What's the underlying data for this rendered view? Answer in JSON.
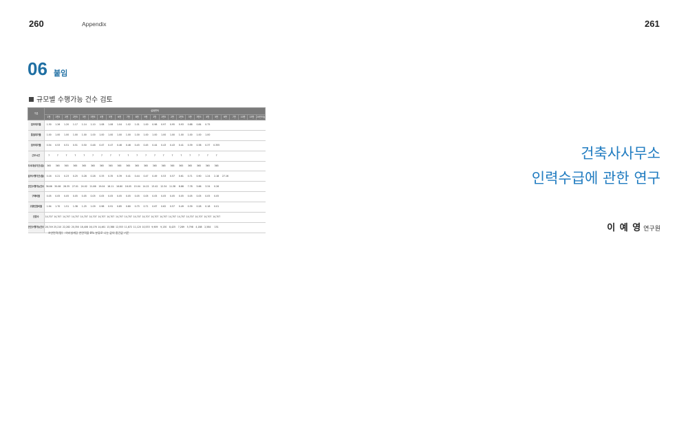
{
  "header": {
    "left_page_number": "260",
    "running_head": "Appendix",
    "right_page_number": "261"
  },
  "section": {
    "number": "06",
    "title": "붙임"
  },
  "table": {
    "caption": "규모별 수행가능 건수 검토",
    "corner_header": "구분",
    "group_header": "설계면적",
    "columns": [
      "1천",
      "1천5",
      "2천",
      "2천5",
      "3천",
      "3천5",
      "4천",
      "5천",
      "6천",
      "7천",
      "8천",
      "9천",
      "1만",
      "1만5",
      "2만",
      "2만5",
      "3만",
      "3만5",
      "4만",
      "5만",
      "6만",
      "7만",
      "10만",
      "15만",
      "20만이상"
    ],
    "rows": [
      {
        "label": "업무대가율",
        "values": [
          "1.30",
          "1.26",
          "1.20",
          "1.17",
          "1.14",
          "1.10",
          "1.08",
          "1.06",
          "1.04",
          "1.02",
          "1.01",
          "1.00",
          "0.98",
          "0.97",
          "0.95",
          "0.93",
          "0.88",
          "0.84",
          "0.75",
          "",
          "",
          "",
          "",
          "",
          ""
        ]
      },
      {
        "label": "품질대가율",
        "values": [
          "1.00",
          "1.00",
          "1.00",
          "1.00",
          "1.00",
          "1.00",
          "1.00",
          "1.00",
          "1.00",
          "1.00",
          "1.00",
          "1.00",
          "1.00",
          "1.00",
          "1.00",
          "1.00",
          "1.00",
          "1.00",
          "1.00",
          "",
          "",
          "",
          "",
          "",
          ""
        ]
      },
      {
        "label": "업무대가율",
        "values": [
          "0.54",
          "0.53",
          "0.51",
          "0.51",
          "0.50",
          "0.48",
          "0.47",
          "0.47",
          "0.46",
          "0.46",
          "0.45",
          "0.45",
          "0.44",
          "0.43",
          "0.43",
          "0.41",
          "0.39",
          "0.38",
          "0.37",
          "0.355",
          "",
          "",
          "",
          "",
          ""
        ]
      },
      {
        "label": "근무시간",
        "values": [
          "7",
          "7",
          "7",
          "7",
          "7",
          "7",
          "7",
          "7",
          "7",
          "7",
          "7",
          "7",
          "7",
          "7",
          "7",
          "7",
          "7",
          "7",
          "7",
          "7",
          "",
          "",
          "",
          "",
          ""
        ]
      },
      {
        "label": "조사대상기간(일)",
        "values": [
          "365",
          "365",
          "365",
          "365",
          "365",
          "365",
          "365",
          "365",
          "365",
          "365",
          "365",
          "365",
          "365",
          "365",
          "365",
          "365",
          "365",
          "365",
          "365",
          "365",
          "",
          "",
          "",
          "",
          ""
        ]
      },
      {
        "label": "업무수행기간(월)",
        "values": [
          "0.16",
          "0.21",
          "0.23",
          "0.25",
          "0.28",
          "0.28",
          "0.33",
          "0.35",
          "0.39",
          "0.41",
          "0.44",
          "0.47",
          "0.49",
          "0.53",
          "0.57",
          "0.61",
          "0.71",
          "0.90",
          "1.24",
          "2.18",
          "27.16",
          "",
          "",
          "",
          ""
        ]
      },
      {
        "label": "연간수행가능건수",
        "values": [
          "38.86",
          "30.08",
          "28.35",
          "27.01",
          "24.02",
          "21.86",
          "19.04",
          "18.11",
          "16.80",
          "16.05",
          "15.04",
          "14.22",
          "13.42",
          "12.34",
          "11.38",
          "8.88",
          "7.78",
          "5.66",
          "3.34",
          "0.26",
          "",
          "",
          "",
          "",
          ""
        ]
      },
      {
        "label": "구매비율",
        "values": [
          "0.05",
          "0.05",
          "0.05",
          "0.05",
          "0.05",
          "0.05",
          "0.05",
          "0.05",
          "0.05",
          "0.05",
          "0.05",
          "0.05",
          "0.05",
          "0.05",
          "0.05",
          "0.05",
          "0.05",
          "0.05",
          "0.05",
          "0.05",
          "",
          "",
          "",
          "",
          ""
        ]
      },
      {
        "label": "고용인원비율",
        "values": [
          "1.94",
          "1.70",
          "1.51",
          "1.38",
          "1.25",
          "1.09",
          "0.98",
          "0.91",
          "0.85",
          "0.80",
          "0.75",
          "0.71",
          "0.67",
          "0.62",
          "0.57",
          "0.49",
          "0.39",
          "0.28",
          "0.18",
          "0.01",
          "",
          "",
          "",
          "",
          ""
        ]
      },
      {
        "label": "인원수",
        "values": [
          "14,707",
          "14,707",
          "14,707",
          "14,707",
          "14,707",
          "14,707",
          "14,707",
          "14,707",
          "14,707",
          "14,707",
          "14,707",
          "14,707",
          "14,707",
          "14,707",
          "14,707",
          "14,707",
          "14,707",
          "14,707",
          "14,707",
          "14,707",
          "",
          "",
          "",
          "",
          ""
        ]
      },
      {
        "label": "연간수행가능건수",
        "values": [
          "28,749",
          "25,210",
          "22,282",
          "20,350",
          "18,408",
          "16,176",
          "14,461",
          "13,388",
          "12,553",
          "11,872",
          "11,120",
          "10,533",
          "9,909",
          "9,130",
          "8,425",
          "7,289",
          "5,798",
          "4,188",
          "2,584",
          "151",
          "",
          "",
          "",
          "",
          ""
        ]
      }
    ],
    "footnote": "※연면적(평) : 여러설계당 연면적을 8% 분류로 나눈 값의 중간값 기준"
  },
  "book": {
    "title_line1": "건축사사무소",
    "title_line2": "인력수급에 관한 연구",
    "author_name": "이 예 영",
    "author_role": "연구원"
  },
  "colors": {
    "accent_blue": "#1f6fa3",
    "title_blue": "#1f7bc0",
    "table_header_gray": "#7a7a7a"
  }
}
